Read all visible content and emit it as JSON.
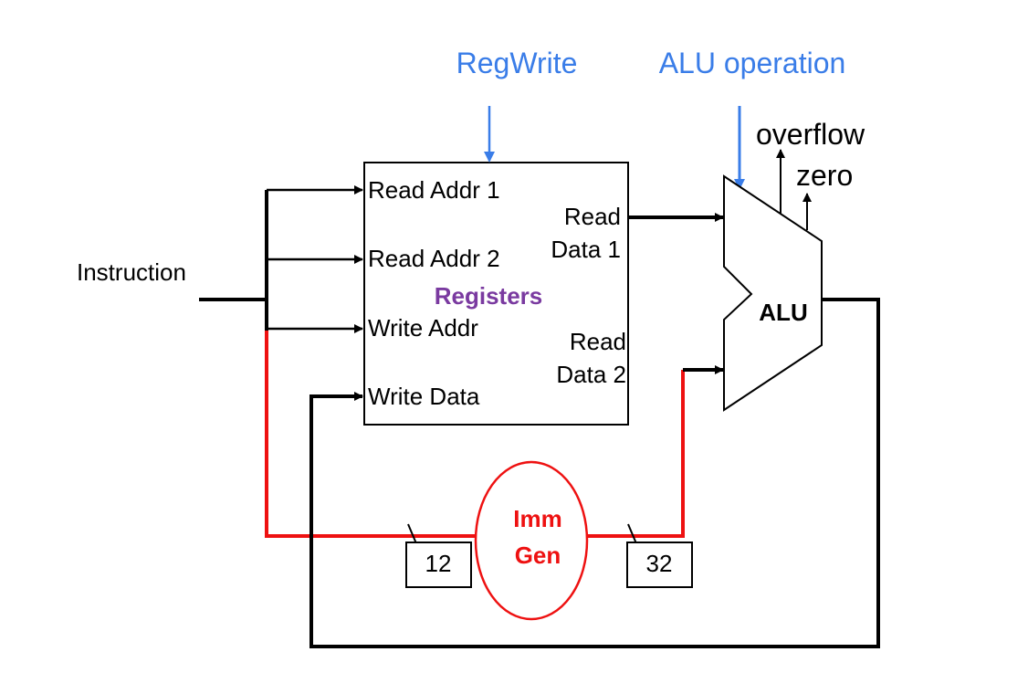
{
  "labels": {
    "instruction": "Instruction",
    "regwrite": "RegWrite",
    "alu_operation": "ALU operation",
    "overflow": "overflow",
    "zero": "zero",
    "read_addr_1": "Read Addr 1",
    "read_addr_2": "Read Addr 2",
    "write_addr": "Write Addr",
    "write_data": "Write Data",
    "registers": "Registers",
    "read_data_1_line1": "Read",
    "read_data_1_line2": "Data 1",
    "read_data_2_line1": "Read",
    "read_data_2_line2": "Data 2",
    "alu": "ALU",
    "imm_gen_line1": "Imm",
    "imm_gen_line2": "Gen",
    "bus_width_in": "12",
    "bus_width_out": "32"
  },
  "colors": {
    "control": "#3a7de8",
    "immgen": "#ee1111",
    "registers_label": "#7a3aa0",
    "wire": "#000000"
  }
}
